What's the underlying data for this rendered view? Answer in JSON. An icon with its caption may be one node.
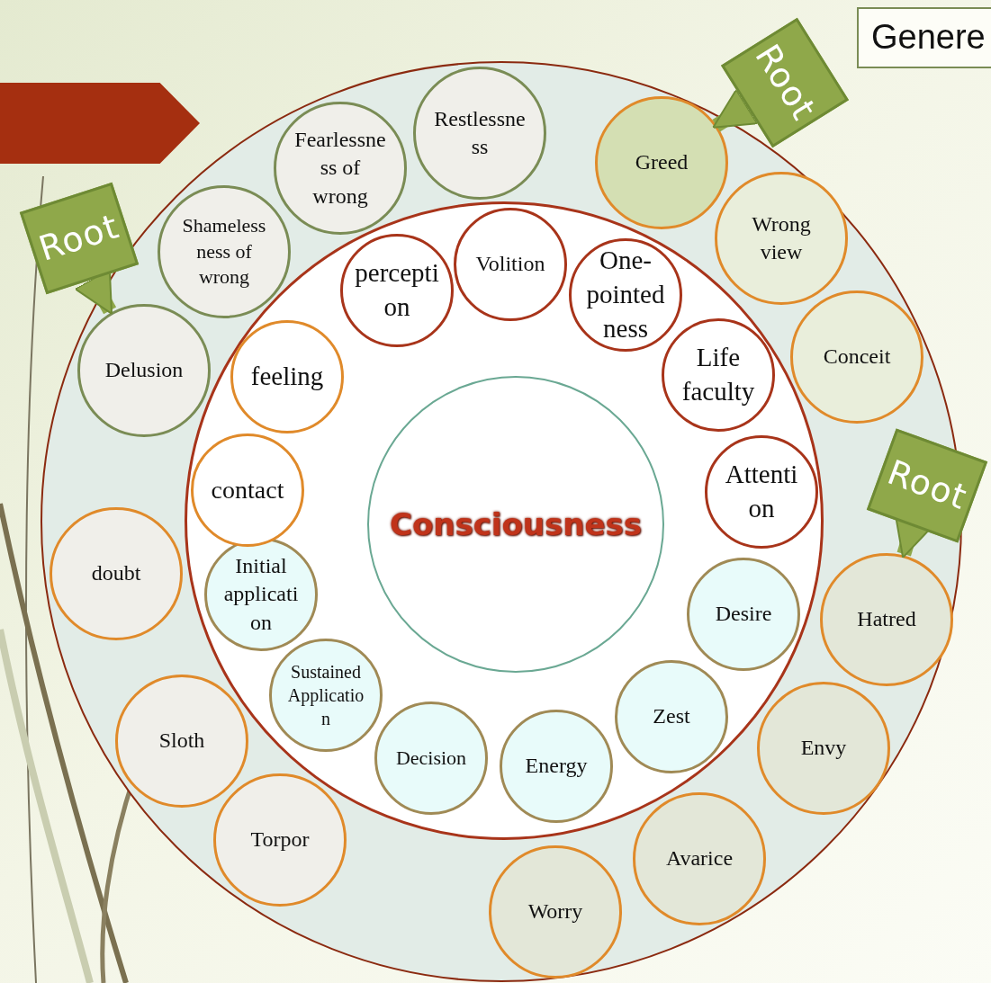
{
  "diagram": {
    "nodes": [
      {
        "text": [],
        "shape": "circle"
      },
      {
        "text": [],
        "shape": "circle",
        "in": 0
      },
      {
        "text": [
          "Consciousness"
        ],
        "in": 1
      },
      {
        "text": [
          "Restlessness"
        ],
        "in": 0
      },
      {
        "text": [
          "Greed"
        ],
        "in": 0
      },
      {
        "text": [
          "Wrong view"
        ],
        "in": 0
      },
      {
        "text": [
          "Conceit"
        ],
        "in": 0
      },
      {
        "text": [
          "Hatred"
        ],
        "in": 0
      },
      {
        "text": [
          "Envy"
        ],
        "in": 0
      },
      {
        "text": [
          "Avarice"
        ],
        "in": 0
      },
      {
        "text": [
          "Worry"
        ],
        "in": 0
      },
      {
        "text": [
          "Torpor"
        ],
        "in": 0
      },
      {
        "text": [
          "Sloth"
        ],
        "in": 0
      },
      {
        "text": [
          "doubt"
        ],
        "in": 0
      },
      {
        "text": [
          "Delusion"
        ],
        "in": 0
      },
      {
        "text": [
          "Shamelessness of wrong"
        ],
        "in": 0
      },
      {
        "text": [
          "Fearlessness of wrong"
        ],
        "in": 0
      },
      {
        "text": [
          "Volition"
        ],
        "in": 1
      },
      {
        "text": [
          "One-pointedness"
        ],
        "in": 1
      },
      {
        "text": [
          "Life faculty"
        ],
        "in": 1
      },
      {
        "text": [
          "Attention"
        ],
        "in": 1
      },
      {
        "text": [
          "Desire"
        ],
        "in": 1
      },
      {
        "text": [
          "Zest"
        ],
        "in": 1
      },
      {
        "text": [
          "Energy"
        ],
        "in": 1
      },
      {
        "text": [
          "Decision"
        ],
        "in": 1
      },
      {
        "text": [
          "Sustained Application"
        ],
        "in": 1
      },
      {
        "text": [
          "Initial application"
        ],
        "in": 1
      },
      {
        "text": [
          "contact"
        ],
        "in": 1
      },
      {
        "text": [
          "feeling"
        ],
        "in": 1
      },
      {
        "text": [
          "perception"
        ],
        "in": 1
      },
      {
        "text": [
          "Root"
        ]
      },
      {
        "text": [
          "Root"
        ]
      },
      {
        "text": [
          "Root"
        ]
      },
      {
        "text": [
          "Genere"
        ]
      },
      {
        "text": [],
        "shape": "arrow"
      }
    ],
    "edges": [
      {
        "from": 30,
        "to": 14,
        "arrow": "to"
      },
      {
        "from": 31,
        "to": 4,
        "arrow": "to"
      },
      {
        "from": 32,
        "to": 7,
        "arrow": "to"
      }
    ]
  }
}
